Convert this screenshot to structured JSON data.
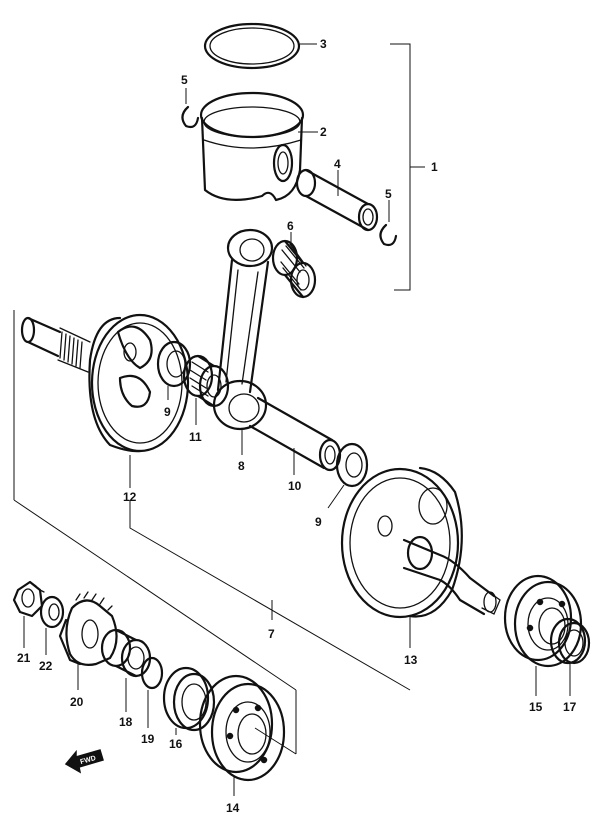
{
  "labels": {
    "l1": "1",
    "l2": "2",
    "l3": "3",
    "l4": "4",
    "l5a": "5",
    "l5b": "5",
    "l6": "6",
    "l7": "7",
    "l8": "8",
    "l9a": "9",
    "l9b": "9",
    "l10": "10",
    "l11": "11",
    "l12": "12",
    "l13": "13",
    "l14": "14",
    "l15": "15",
    "l16": "16",
    "l17": "17",
    "l18": "18",
    "l19": "19",
    "l20": "20",
    "l21": "21",
    "l22": "22"
  },
  "fwd_label": "FWD"
}
